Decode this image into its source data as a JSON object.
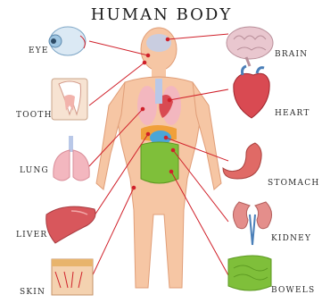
{
  "title": "HUMAN BODY",
  "organs": [
    {
      "key": "eye",
      "label": "EYE"
    },
    {
      "key": "tooth",
      "label": "TOOTH"
    },
    {
      "key": "lung",
      "label": "LUNG"
    },
    {
      "key": "liver",
      "label": "LIVER"
    },
    {
      "key": "skin",
      "label": "SKIN"
    },
    {
      "key": "brain",
      "label": "BRAIN"
    },
    {
      "key": "heart",
      "label": "HEART"
    },
    {
      "key": "stomach",
      "label": "STOMACH"
    },
    {
      "key": "kidney",
      "label": "KIDNEY"
    },
    {
      "key": "bowels",
      "label": "BOWELS"
    }
  ],
  "colors": {
    "line": "#d0202a",
    "body": "#f6c6a4",
    "body_outline": "#e09e78",
    "brain": "#c9cde0",
    "heart": "#d94a52",
    "lung": "#f3b7bf",
    "liver": "#d8575c",
    "stomach": "#e06a66",
    "kidney": "#e48e8b",
    "bowels": "#7fbf3a",
    "eye_blue": "#9fc6e2",
    "skin_layer": "#e8b46c"
  }
}
